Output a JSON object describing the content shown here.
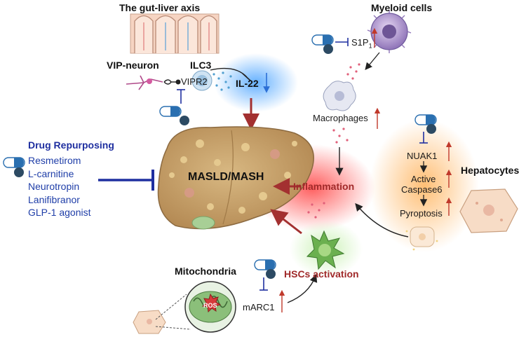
{
  "gut_liver": {
    "title": "The gut-liver axis",
    "vip_neuron": "VIP-neuron",
    "ilc3": "ILC3",
    "vipr2": "VIPR2",
    "il22": "IL-22"
  },
  "myeloid": {
    "title": "Myeloid cells",
    "s1p1_base": "S1P",
    "s1p1_sub": "1",
    "macrophages": "Macrophages"
  },
  "liver": {
    "label": "MASLD/MASH"
  },
  "drug": {
    "title": "Drug Repurposing",
    "items": [
      "Resmetirom",
      "L-carnitine",
      "Neurotropin",
      "Lanifibranor",
      "GLP-1 agonist"
    ]
  },
  "hepatocytes": {
    "title": "Hepatocytes",
    "pathway": [
      "NUAK1",
      "Active",
      "Caspase6",
      "Pyroptosis"
    ]
  },
  "inflammation": {
    "label": "Inflammation"
  },
  "hsc": {
    "label": "HSCs activation"
  },
  "mito": {
    "title": "Mitochondria",
    "ros": "ROS",
    "marc1": "mARC1"
  },
  "colors": {
    "liver": "#c9a56f",
    "inflammation_glow": "#ff5a5a",
    "il22_glow": "#4aa3ff",
    "drug_blue": "#1f2fa0",
    "arrow_red": "#a33030",
    "up_arrow": "#c0392b",
    "down_arrow": "#2b6fd6"
  }
}
